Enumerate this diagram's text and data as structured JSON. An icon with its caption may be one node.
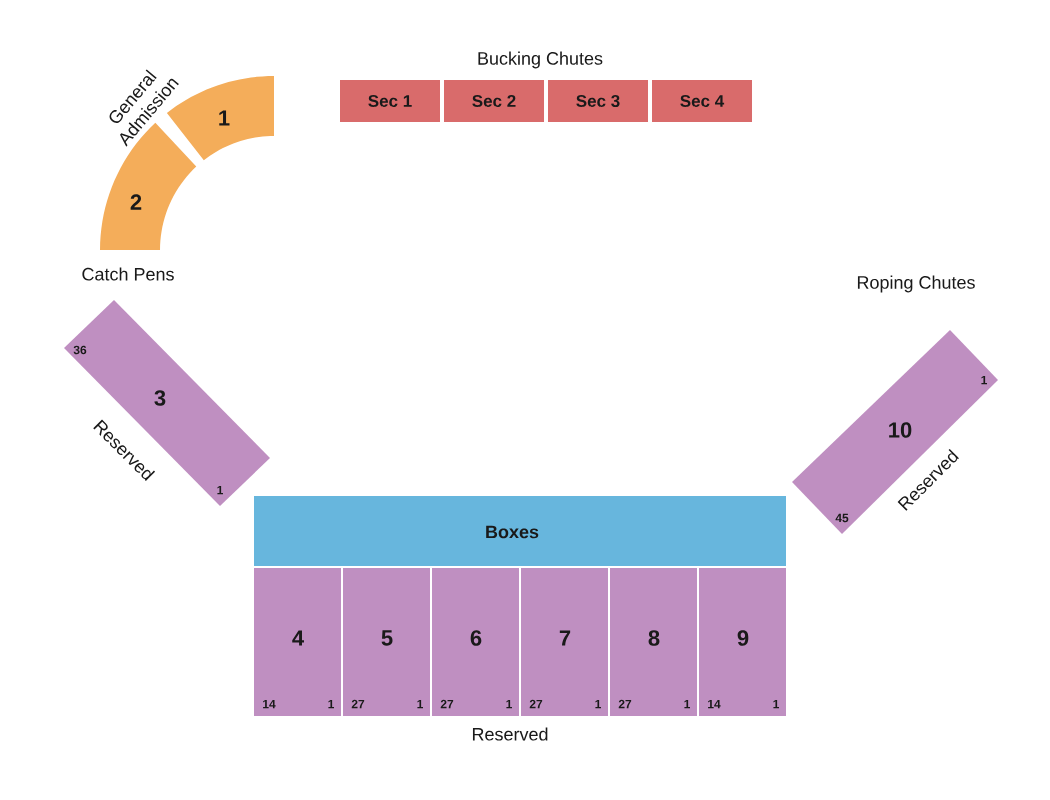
{
  "diagram": {
    "nodes": [
      {
        "text": [
          "1"
        ]
      },
      {
        "text": [
          "Sec 1"
        ]
      },
      {
        "text": [
          "Sec 2"
        ]
      },
      {
        "text": [
          "Sec 3"
        ]
      },
      {
        "text": [
          "Sec 4"
        ]
      },
      {
        "text": [
          "2"
        ]
      },
      {
        "text": [
          "3",
          "36",
          "1"
        ]
      },
      {
        "text": [
          "10",
          "1",
          "45"
        ]
      },
      {
        "text": [
          "Boxes"
        ]
      },
      {
        "text": [
          "4",
          "14",
          "1"
        ]
      },
      {
        "text": [
          "5",
          "27",
          "1"
        ]
      },
      {
        "text": [
          "6",
          "27",
          "1"
        ]
      },
      {
        "text": [
          "7",
          "27",
          "1"
        ]
      },
      {
        "text": [
          "8",
          "27",
          "1"
        ]
      },
      {
        "text": [
          "9",
          "14",
          "1"
        ]
      }
    ],
    "labels": [
      "General Admission",
      "Bucking Chutes",
      "Catch Pens",
      "Roping Chutes",
      "Reserved",
      "Reserved",
      "Reserved"
    ]
  }
}
